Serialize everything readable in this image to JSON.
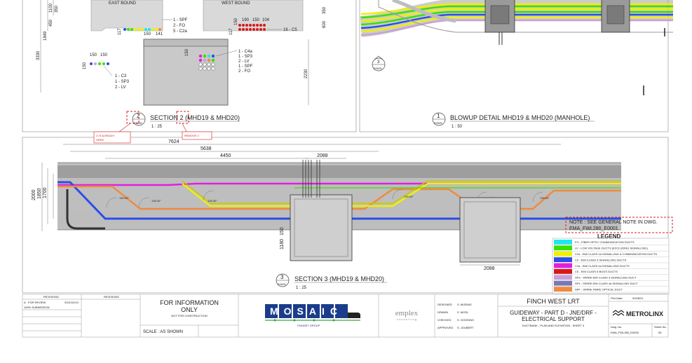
{
  "section2": {
    "east_bound": "EAST BOUND",
    "west_bound": "WEST BOUND",
    "east_left_dims": [
      "350",
      "450",
      "1100",
      "1849",
      "3330",
      "117"
    ],
    "east_bottom_dims": [
      "150",
      "141"
    ],
    "east_labels": [
      "1 - SPF",
      "2 - FO",
      "5 - C2a"
    ],
    "west_dims": [
      "190",
      "150",
      "104",
      "117",
      "150",
      "350",
      "600"
    ],
    "west_label": "16 - C5",
    "west_box_dims": [
      "150"
    ],
    "left_group_dims": [
      "150",
      "150",
      "150"
    ],
    "left_group_labels": [
      "1 - C3",
      "1 - SP3",
      "2 - LV"
    ],
    "manhole_labels": [
      "1 - C4a",
      "1 - SP3",
      "2 - LV",
      "1 - SPF",
      "2 - FO"
    ],
    "manhole_dim": "2230",
    "title_number": "2",
    "title": "SECTION 2 (MHD19 & MHD20)",
    "ref": "E0005",
    "scale": "1 : 25"
  },
  "markups": {
    "note_left": [
      "2 IS ALREADY",
      "HERE"
    ],
    "note_remove": "REMOVE 2",
    "general_note_lines": [
      "NOTE : SEE GENERAL NOTE IN DWG.",
      "EMA_FWL280_E0001"
    ]
  },
  "blowup": {
    "callout_number": "3",
    "callout_ref": "E0005",
    "title_number": "1",
    "title": "BLOWUP DETAIL MHD19 & MHD20 (MANHOLE)",
    "ref": "E0005",
    "scale": "1 : 50"
  },
  "section3": {
    "top_dims": [
      "7624",
      "5638",
      "4450",
      "2088"
    ],
    "left_dims": [
      "2000",
      "1850",
      "1700"
    ],
    "manhole_dims": [
      "1180",
      "150"
    ],
    "bottom_dim": "2088",
    "title_number": "3",
    "title": "SECTION 3 (MHD19 & MHD20)",
    "ref": "E0005",
    "scale": "1 : 25",
    "angle_labels": [
      "135.00°",
      "135.00°",
      "135.00°",
      "135.00°",
      "135.00°",
      "135.00°"
    ]
  },
  "legend": {
    "title": "LEGEND",
    "items": [
      {
        "color": "#1ee6f0",
        "label": "FO - FIBER OPTIC COMMUNICATION DUCTS"
      },
      {
        "color": "#39e000",
        "label": "LV - LOW VOLTAGE DUCTS (EXCLUDING SIGNALLING)"
      },
      {
        "color": "#f0f000",
        "label": "C2a - EMI CLASS 2a SIGNALLING & COMMUNICATION DUCTS"
      },
      {
        "color": "#2a4ee8",
        "label": "C3 - EMI CLASS 3 SIGNALLING DUCTS"
      },
      {
        "color": "#e21ee0",
        "label": "C4a - EMI CLASS 4a SIGNALLING DUCTS"
      },
      {
        "color": "#d81818",
        "label": "C5 - EMI CLASS 5 BOGS DUCTS"
      },
      {
        "color": "#c8a0d8",
        "label": "SP3 - SPARE EMI CLASS 3 SIGNALLING DUCT"
      },
      {
        "color": "#7a78b8",
        "label": "SP4 - SPARE EMI CLASS 4a SIGNALLING DUCT"
      },
      {
        "color": "#f08a3c",
        "label": "SPF - SPARE FIBRE OPTICAL DUCT"
      }
    ]
  },
  "title_block": {
    "revisions_header": [
      "REVISIONS",
      "REVISIONS"
    ],
    "revision_row": {
      "id": "A",
      "desc": "FOR REVIEW",
      "date": "2021/02/10"
    },
    "submission": "100% SUBMISSION",
    "info_main": [
      "FOR INFORMATION",
      "ONLY"
    ],
    "info_sub": "NOT FOR CONSTRUCTION",
    "scale": "SCALE : AS SHOWN",
    "mosaic": "MOSAIC",
    "mosaic_sub": "TRANSIT GROUP",
    "emplex": "emplex",
    "emplex_sub": "c o n s u l t i n g",
    "sign_rows": [
      {
        "label": "DESIGNED",
        "value": "S. MORAIS"
      },
      {
        "label": "DRAWN",
        "value": "S. MOSL"
      },
      {
        "label": "CHECKED",
        "value": "S. GOODING"
      },
      {
        "label": "APPROVED",
        "value": "S. JOUBERT"
      }
    ],
    "project": "FINCH WEST LRT",
    "drawing_title": [
      "GUIDEWAY - PART D - JNE/DRF -",
      "ELECTRICAL SUPPORT"
    ],
    "drawing_subtitle": "DUCTBANK - PLAN AND ELEVATION - SHEET 3",
    "metrolinx": "METROLINX",
    "plot_date_label": "Plot Date:",
    "plot_date": "02/08/21",
    "dwg_no_label": "Dwg. No.",
    "dwg_no": "EMA_FWL280_E0005",
    "sheet_no_label": "Sheet No.",
    "sheet_no": "05"
  }
}
